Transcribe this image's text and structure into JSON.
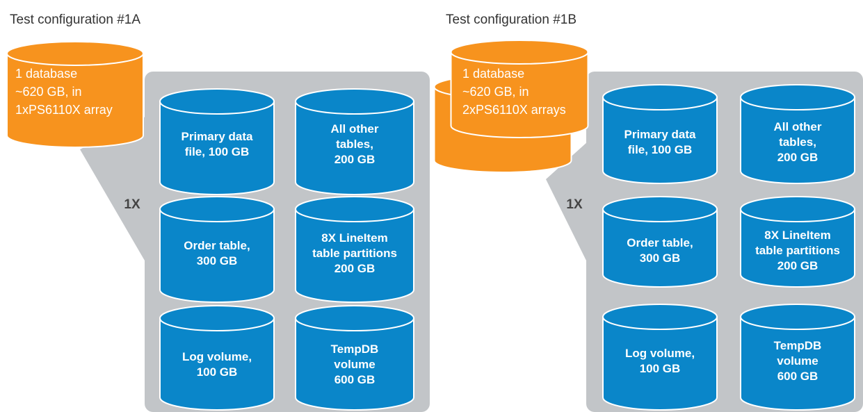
{
  "diagram": {
    "colors": {
      "panel": "#c2c5c8",
      "volume_fill": "#0a86c9",
      "volume_outline": "#ffffff",
      "database_fill": "#f7931e",
      "text_dark": "#444444"
    },
    "configurations": [
      {
        "title": "Test configuration #1A",
        "multiplier": "1X",
        "database": {
          "stack_count": 1,
          "lines": [
            "1 database",
            "~620 GB, in",
            "1xPS6110X array"
          ]
        },
        "volumes": [
          {
            "id": "primary-data-file",
            "lines": [
              "Primary data",
              "file, 100 GB"
            ]
          },
          {
            "id": "all-other-tables",
            "lines": [
              "All other",
              "tables,",
              "200 GB"
            ]
          },
          {
            "id": "order-table",
            "lines": [
              "Order table,",
              "300 GB"
            ]
          },
          {
            "id": "lineitem-partitions",
            "lines": [
              "8X LineItem",
              "table partitions",
              "200 GB"
            ]
          },
          {
            "id": "log-volume",
            "lines": [
              "Log volume,",
              "100 GB"
            ]
          },
          {
            "id": "tempdb-volume",
            "lines": [
              "TempDB",
              "volume",
              "600 GB"
            ]
          }
        ]
      },
      {
        "title": "Test configuration #1B",
        "multiplier": "1X",
        "database": {
          "stack_count": 2,
          "lines": [
            "1 database",
            "~620 GB, in",
            "2xPS6110X arrays"
          ]
        },
        "volumes": [
          {
            "id": "primary-data-file",
            "lines": [
              "Primary data",
              "file, 100 GB"
            ]
          },
          {
            "id": "all-other-tables",
            "lines": [
              "All other",
              "tables,",
              "200 GB"
            ]
          },
          {
            "id": "order-table",
            "lines": [
              "Order table,",
              "300 GB"
            ]
          },
          {
            "id": "lineitem-partitions",
            "lines": [
              "8X LineItem",
              "table partitions",
              "200 GB"
            ]
          },
          {
            "id": "log-volume",
            "lines": [
              "Log volume,",
              "100 GB"
            ]
          },
          {
            "id": "tempdb-volume",
            "lines": [
              "TempDB",
              "volume",
              "600 GB"
            ]
          }
        ]
      }
    ]
  }
}
